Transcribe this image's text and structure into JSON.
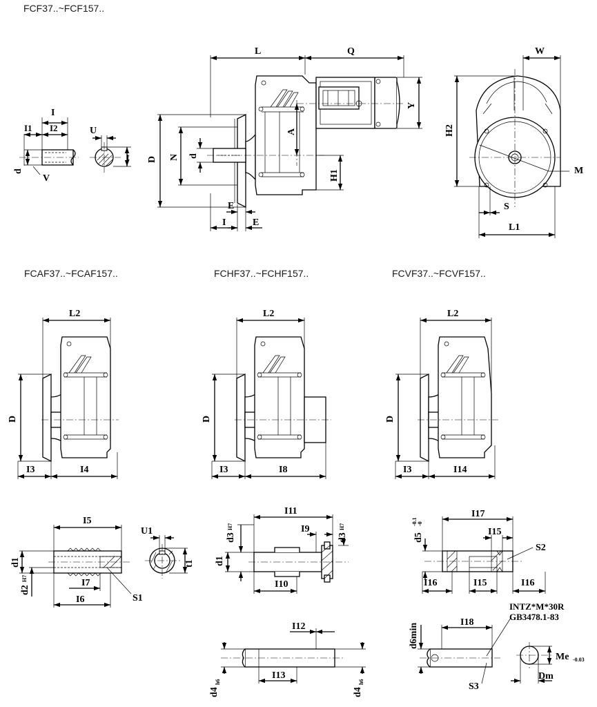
{
  "titles": {
    "fcf": "FCF37..~FCF157..",
    "fcaf": "FCAF37..~FCAF157..",
    "fchf": "FCHF37..~FCHF157..",
    "fcvf": "FCVF37..~FCVF157.."
  },
  "labels": {
    "L": "L",
    "Q": "Q",
    "W": "W",
    "Y": "Y",
    "A": "A",
    "D": "D",
    "N": "N",
    "d": "d",
    "H1": "H1",
    "H2": "H2",
    "E": "E",
    "I": "I",
    "I1": "I1",
    "I2": "I2",
    "U": "U",
    "t": "t",
    "V": "V",
    "M": "M",
    "S": "S",
    "L1": "L1",
    "L2": "L2",
    "I3": "I3",
    "I4": "I4",
    "I8": "I8",
    "I14": "I14",
    "I5": "I5",
    "I6": "I6",
    "I7": "I7",
    "U1": "U1",
    "t1": "t1",
    "d1": "d1",
    "d2": "d2",
    "H7": "H7",
    "S1": "S1",
    "I9": "I9",
    "I10": "I10",
    "I11": "I11",
    "d3": "d3",
    "I12": "I12",
    "I13": "I13",
    "d4": "d4",
    "h6": "h6",
    "I15": "I15",
    "I16": "I16",
    "I17": "I17",
    "d5": "d5",
    "tol_d5": "-0.1",
    "tol_d5b": "-0",
    "S2": "S2",
    "S3": "S3",
    "I18": "I18",
    "d6min": "d6min",
    "Me": "Me",
    "tol_me": "-0.03",
    "Dm": "Dm"
  },
  "notes": {
    "line1": "INTZ*M*30R",
    "line2": "GB3478.1-83"
  }
}
